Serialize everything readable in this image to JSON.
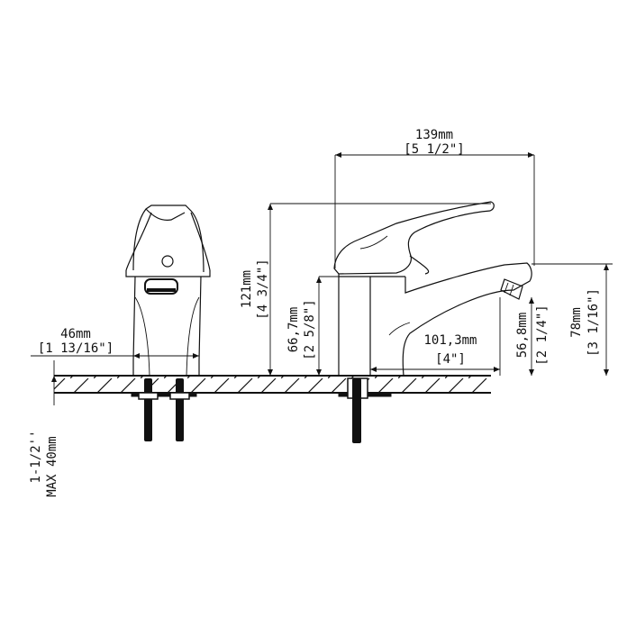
{
  "drawing": {
    "dimensions": {
      "width_total_mm": "139mm",
      "width_total_in": "[5 1/2\"]",
      "base_width_mm": "46mm",
      "base_width_in": "[1 13/16\"]",
      "height_total_mm": "121mm",
      "height_total_in": "[4 3/4\"]",
      "body_height_mm": "66,7mm",
      "body_height_in": "[2 5/8\"]",
      "reach_mm": "101,3mm",
      "reach_in": "[4\"]",
      "spout_height_mm": "56,8mm",
      "spout_height_in": "[2 1/4\"]",
      "outlet_height_mm": "78mm",
      "outlet_height_in": "[3 1/16\"]",
      "deck_max_in": "1-1/2''",
      "deck_max_mm": "MAX 40mm"
    },
    "colors": {
      "line": "#111111",
      "background": "#ffffff"
    }
  }
}
